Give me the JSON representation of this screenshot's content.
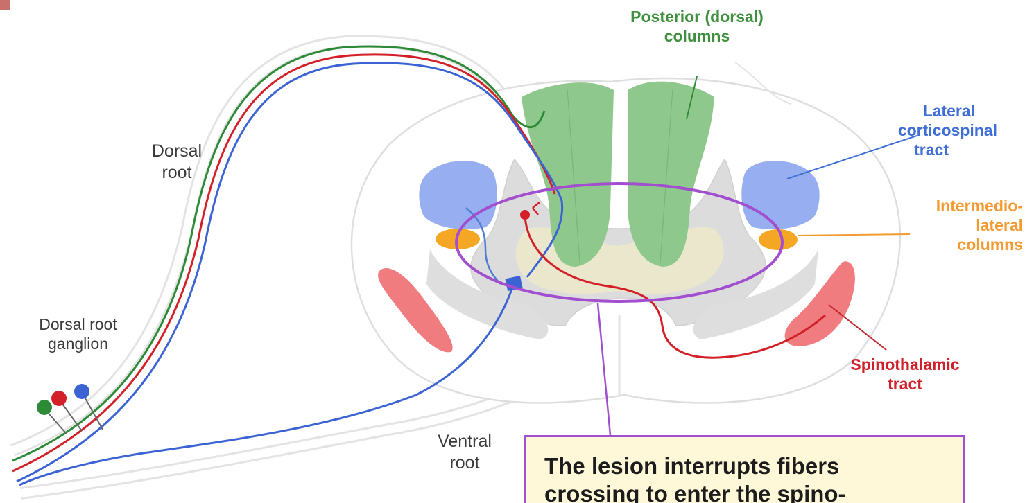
{
  "labels": {
    "posterior_columns": [
      "Posterior (dorsal)",
      "columns"
    ],
    "lateral_corticospinal": [
      "Lateral",
      "corticospinal",
      "tract"
    ],
    "intermediolateral": [
      "Intermedio-",
      "lateral",
      "columns"
    ],
    "spinothalamic": [
      "Spinothalamic",
      "tract"
    ],
    "dorsal_root": [
      "Dorsal",
      "root"
    ],
    "dorsal_root_ganglion": [
      "Dorsal root",
      "ganglion"
    ],
    "ventral_root": [
      "Ventral",
      "root"
    ]
  },
  "callout": [
    "The lesion interrupts fibers",
    "crossing to enter the spino-"
  ],
  "colors": {
    "posterior_column": "#8fc88c",
    "corticospinal": "#97aef0",
    "intermediolateral": "#f5a623",
    "spinothalamic": "#f07c80",
    "lesion_outline": "#a14fcf",
    "gray_matter": "#dcdcdc",
    "white_matter": "#ffffff",
    "callout_bg": "#fff8d8"
  },
  "neuron_colors": [
    "#2d8a36",
    "#d31f27",
    "#3b63d4"
  ]
}
